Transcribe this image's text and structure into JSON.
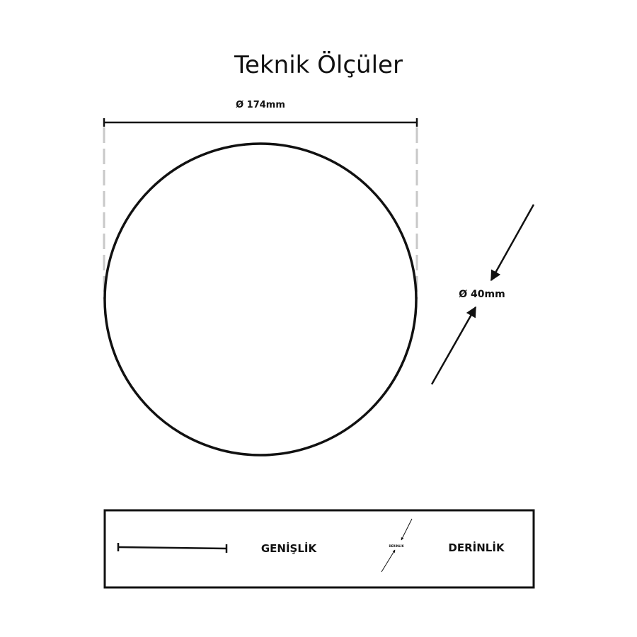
{
  "title": "Teknik Ölçüler",
  "width_label": "Ø 174mm",
  "depth_label": "Ø 40mm",
  "legend": {
    "width_label": "GENİŞLİK",
    "depth_mini_label": "DERİNLİK",
    "depth_label": "DERİNLİK"
  },
  "colors": {
    "stroke": "#111111",
    "guide": "#c8c8c8"
  }
}
